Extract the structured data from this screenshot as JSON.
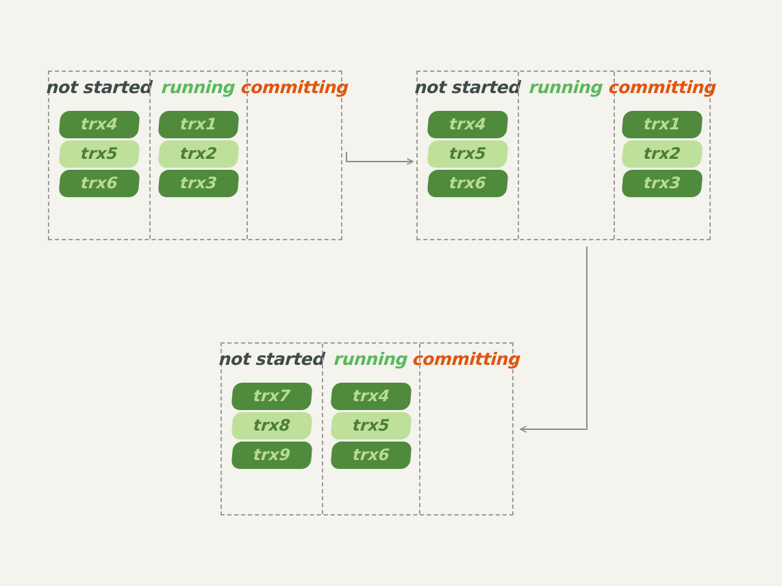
{
  "diagram": {
    "background_color": "#f4f3ee",
    "title_colors": {
      "not_started": "#3f4a4a",
      "running": "#5cb85c",
      "committing": "#e0550f"
    },
    "pill_colors": {
      "dark_bg": "#4f8a3d",
      "dark_text": "#b8dd8e",
      "light_bg": "#bfe09a",
      "light_text": "#4b7d36"
    },
    "border_color": "#9b9b96",
    "arrow_color": "#8c8c86"
  },
  "panels": [
    {
      "id": "panel-1",
      "columns": [
        {
          "title": "not started",
          "style": "not_started",
          "items": [
            {
              "label": "trx4",
              "shade": "dark"
            },
            {
              "label": "trx5",
              "shade": "light"
            },
            {
              "label": "trx6",
              "shade": "dark"
            }
          ]
        },
        {
          "title": "running",
          "style": "running",
          "items": [
            {
              "label": "trx1",
              "shade": "dark"
            },
            {
              "label": "trx2",
              "shade": "light"
            },
            {
              "label": "trx3",
              "shade": "dark"
            }
          ]
        },
        {
          "title": "committing",
          "style": "committing",
          "items": []
        }
      ]
    },
    {
      "id": "panel-2",
      "columns": [
        {
          "title": "not started",
          "style": "not_started",
          "items": [
            {
              "label": "trx4",
              "shade": "dark"
            },
            {
              "label": "trx5",
              "shade": "light"
            },
            {
              "label": "trx6",
              "shade": "dark"
            }
          ]
        },
        {
          "title": "running",
          "style": "running",
          "items": []
        },
        {
          "title": "committing",
          "style": "committing",
          "items": [
            {
              "label": "trx1",
              "shade": "dark"
            },
            {
              "label": "trx2",
              "shade": "light"
            },
            {
              "label": "trx3",
              "shade": "dark"
            }
          ]
        }
      ]
    },
    {
      "id": "panel-3",
      "columns": [
        {
          "title": "not started",
          "style": "not_started",
          "items": [
            {
              "label": "trx7",
              "shade": "dark"
            },
            {
              "label": "trx8",
              "shade": "light"
            },
            {
              "label": "trx9",
              "shade": "dark"
            }
          ]
        },
        {
          "title": "running",
          "style": "running",
          "items": [
            {
              "label": "trx4",
              "shade": "dark"
            },
            {
              "label": "trx5",
              "shade": "light"
            },
            {
              "label": "trx6",
              "shade": "dark"
            }
          ]
        },
        {
          "title": "committing",
          "style": "committing",
          "items": []
        }
      ]
    }
  ],
  "connectors": [
    {
      "id": "panel1-to-panel2",
      "direction": "right"
    },
    {
      "id": "panel2-to-panel3",
      "direction": "left"
    }
  ]
}
